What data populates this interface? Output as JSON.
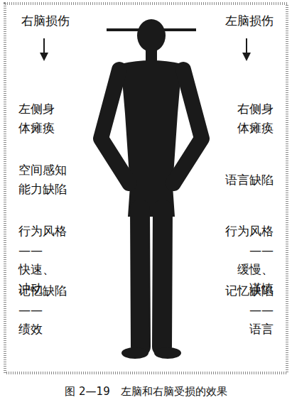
{
  "diagram": {
    "caption": "图 2—19　左脑和右脑受损的效果",
    "labels": [
      "右脑损伤",
      "左脑损伤",
      "左侧身 体瘫痪",
      "右侧身 体瘫痪",
      "空间感知 能力缺陷",
      "语言缺陷",
      "行为风格—— 快速、冲动",
      "行为风格—— 缓慢、谨慎",
      "记忆缺陷—— 绩效",
      "记忆缺陷—— 语言"
    ]
  }
}
